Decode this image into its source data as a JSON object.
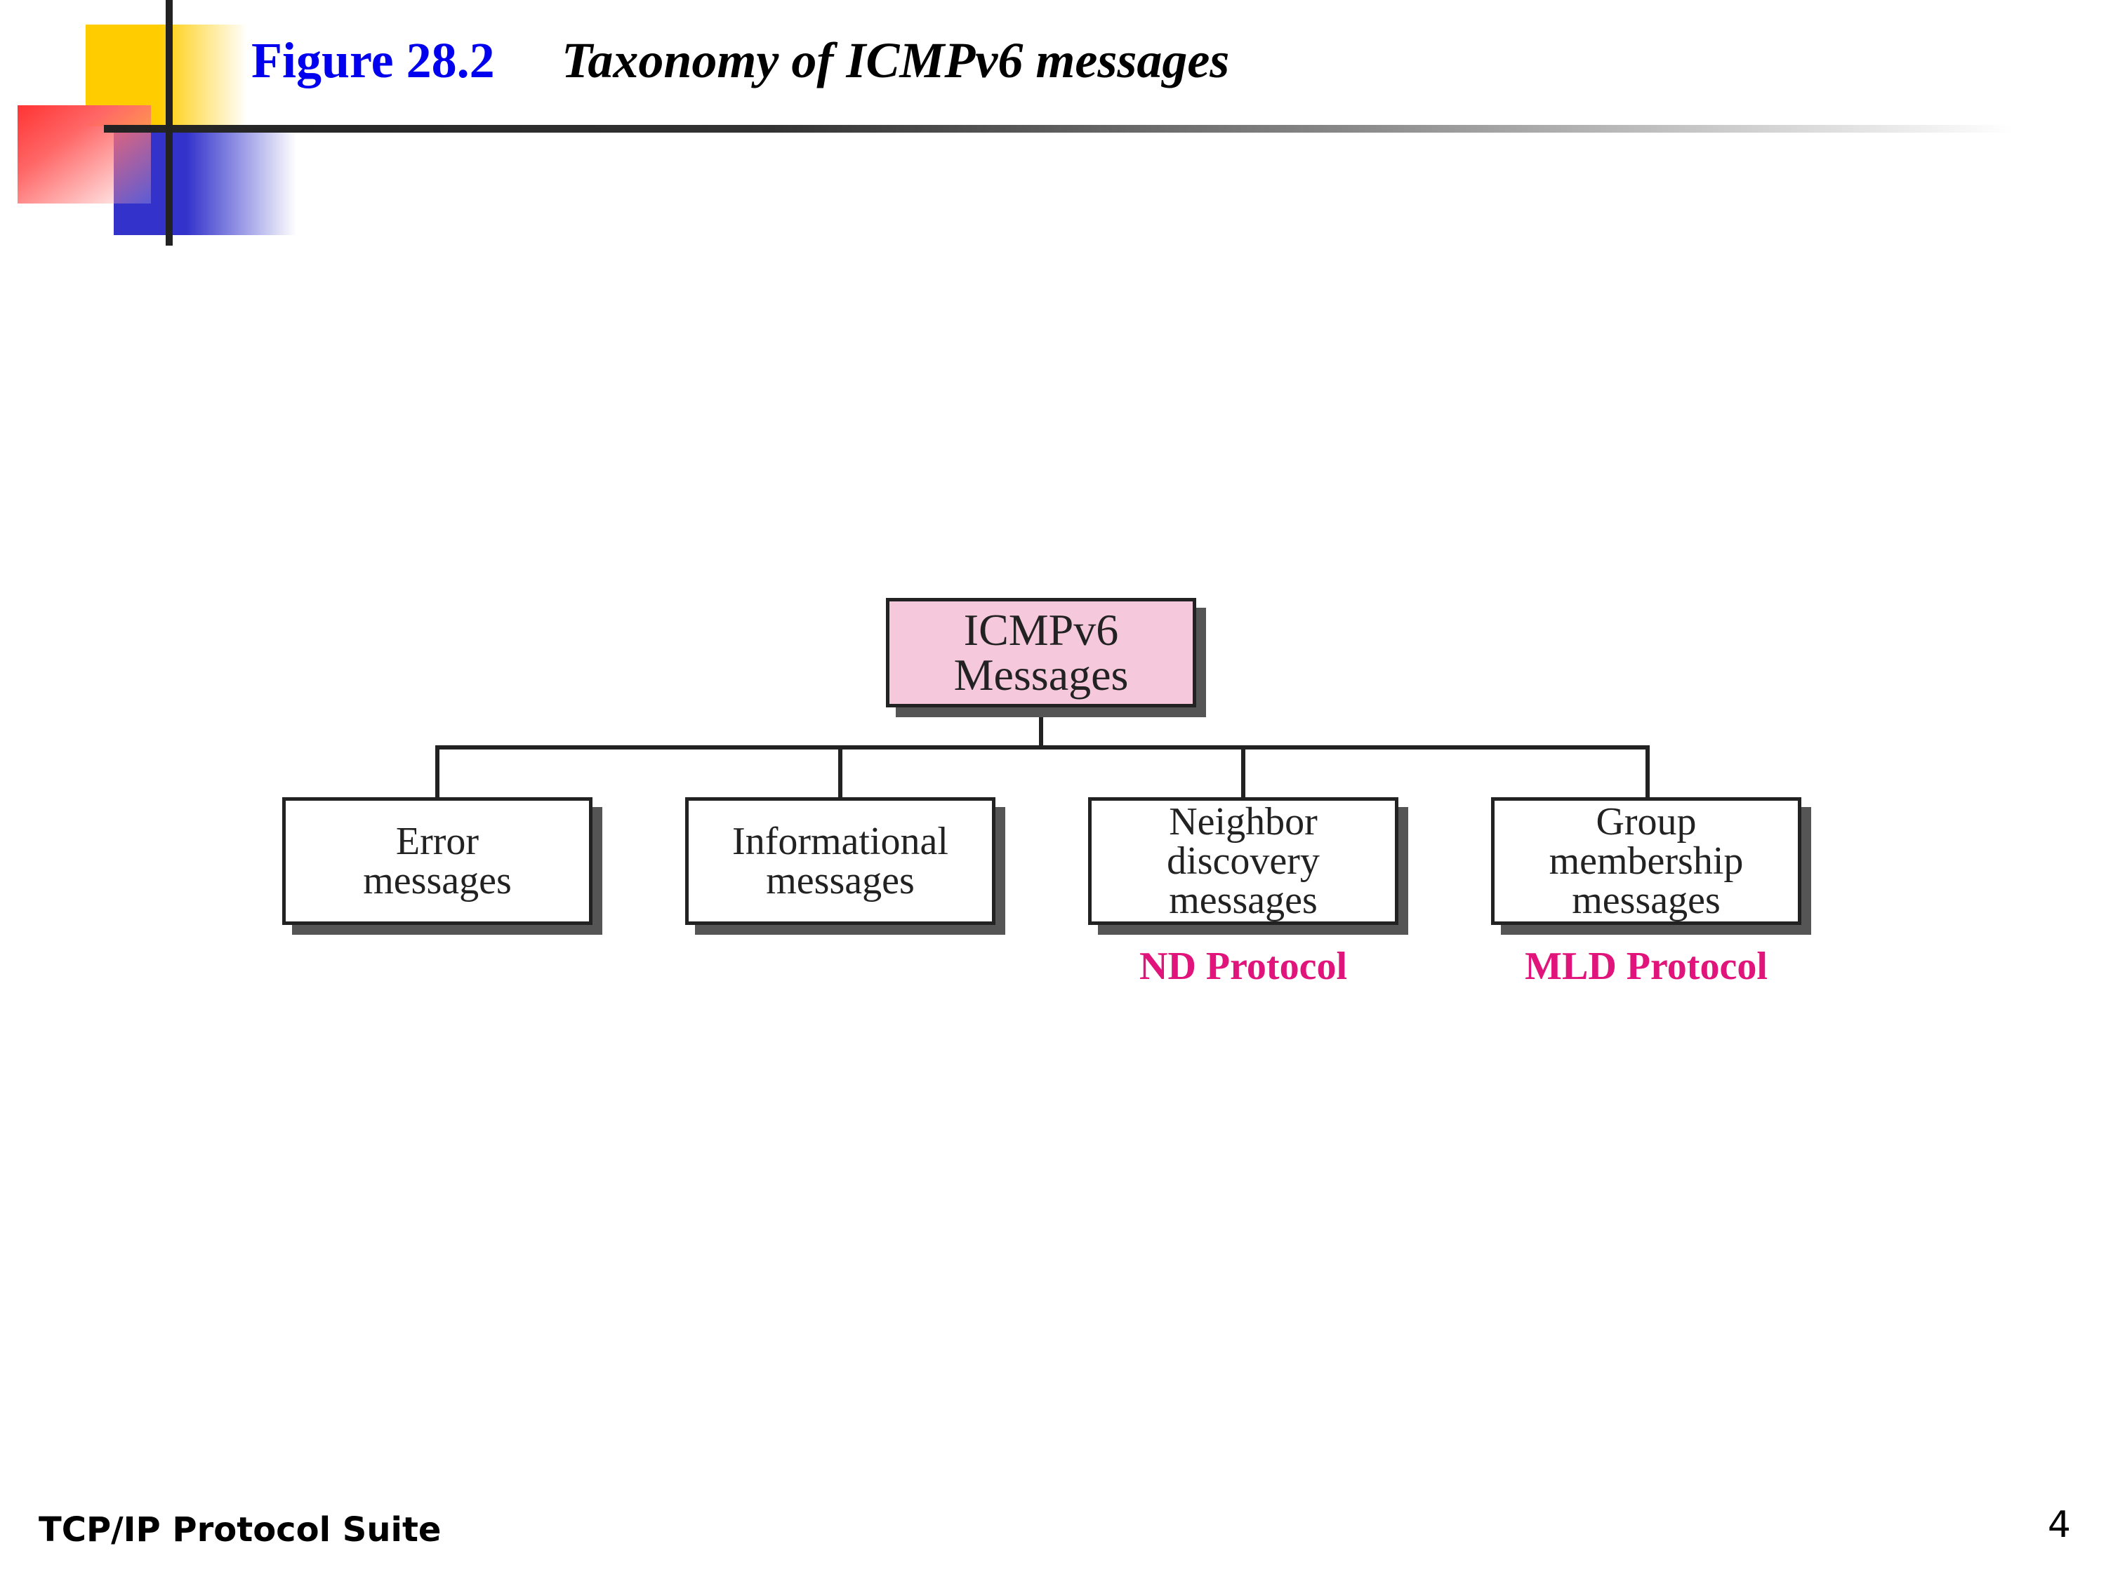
{
  "header": {
    "figure_number": "Figure 28.2",
    "caption": "Taxonomy of ICMPv6 messages"
  },
  "diagram": {
    "root": {
      "lines": [
        "ICMPv6",
        "Messages"
      ]
    },
    "children": [
      {
        "lines": [
          "Error",
          "messages"
        ],
        "protocol": ""
      },
      {
        "lines": [
          "Informational",
          "messages"
        ],
        "protocol": ""
      },
      {
        "lines": [
          "Neighbor",
          "discovery",
          "messages"
        ],
        "protocol": "ND Protocol"
      },
      {
        "lines": [
          "Group",
          "membership",
          "messages"
        ],
        "protocol": "MLD Protocol"
      }
    ]
  },
  "colors": {
    "figure_number": "#0000ee",
    "root_fill": "#f5c8dc",
    "protocol_label": "#e0147a"
  },
  "footer": {
    "left": "TCP/IP Protocol Suite",
    "page_number": "4"
  }
}
